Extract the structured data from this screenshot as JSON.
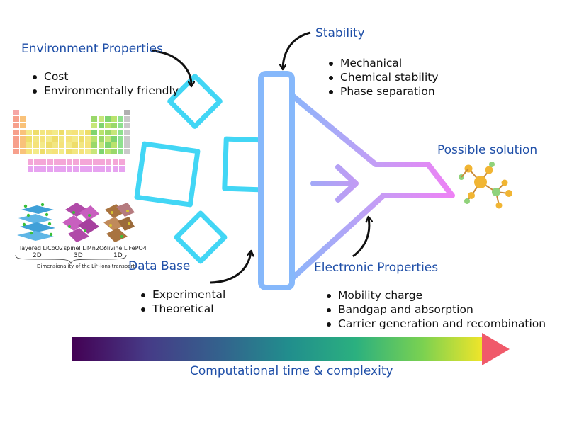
{
  "labels": {
    "environment_title": "Environment Properties",
    "stability_title": "Stability",
    "possible_solution": "Possible solution",
    "data_base": "Data Base",
    "electronic_title": "Electronic Properties",
    "computational": "Computational time & complexity"
  },
  "bullets": {
    "environment": [
      "Cost",
      "Environmentally friendly"
    ],
    "stability": [
      "Mechanical",
      "Chemical stability",
      "Phase separation"
    ],
    "data_base": [
      "Experimental",
      "Theoretical"
    ],
    "electronic": [
      "Mobility charge",
      "Bandgap and absorption",
      "Carrier generation and recombination"
    ]
  },
  "structures": {
    "captions": [
      "layered LiCoO2",
      "spinel LiMn2O4",
      "olivine LiFePO4"
    ],
    "dims": [
      "2D",
      "3D",
      "1D"
    ],
    "footer": "Dimensionality of the Li⁺-ions transport"
  },
  "colors": {
    "title_blue": "#1f4fa8",
    "diamond_cyan": "#42d6f5",
    "funnel_blue": "#86b8fb",
    "funnel_pink": "#e879f9",
    "arrow_tip": "#f05a6a"
  }
}
